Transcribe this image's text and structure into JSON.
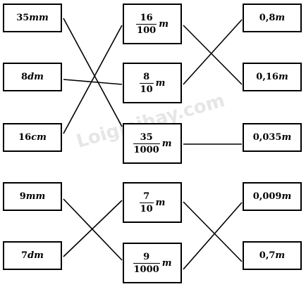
{
  "watermark": "Loigiaihay.com",
  "left_column": [
    {
      "id": "L1",
      "value": "35",
      "unit": "mm"
    },
    {
      "id": "L2",
      "value": "8",
      "unit": "dm"
    },
    {
      "id": "L3",
      "value": "16",
      "unit": "cm"
    },
    {
      "id": "L4",
      "value": "9",
      "unit": "mm"
    },
    {
      "id": "L5",
      "value": "7",
      "unit": "dm"
    }
  ],
  "middle_column": [
    {
      "id": "M1",
      "numerator": "16",
      "denominator": "100",
      "unit": "m"
    },
    {
      "id": "M2",
      "numerator": "8",
      "denominator": "10",
      "unit": "m"
    },
    {
      "id": "M3",
      "numerator": "35",
      "denominator": "1000",
      "unit": "m"
    },
    {
      "id": "M4",
      "numerator": "7",
      "denominator": "10",
      "unit": "m"
    },
    {
      "id": "M5",
      "numerator": "9",
      "denominator": "1000",
      "unit": "m"
    }
  ],
  "right_column": [
    {
      "id": "R1",
      "value": "0,8",
      "unit": "m"
    },
    {
      "id": "R2",
      "value": "0,16",
      "unit": "m"
    },
    {
      "id": "R3",
      "value": "0,035",
      "unit": "m"
    },
    {
      "id": "R4",
      "value": "0,009",
      "unit": "m"
    },
    {
      "id": "R5",
      "value": "0,7",
      "unit": "m"
    }
  ],
  "connections": [
    [
      "L1",
      "M3"
    ],
    [
      "L2",
      "M2"
    ],
    [
      "L3",
      "M1"
    ],
    [
      "M1",
      "R2"
    ],
    [
      "M2",
      "R1"
    ],
    [
      "M3",
      "R3"
    ],
    [
      "L4",
      "M5"
    ],
    [
      "L5",
      "M4"
    ],
    [
      "M4",
      "R5"
    ],
    [
      "M5",
      "R4"
    ]
  ]
}
